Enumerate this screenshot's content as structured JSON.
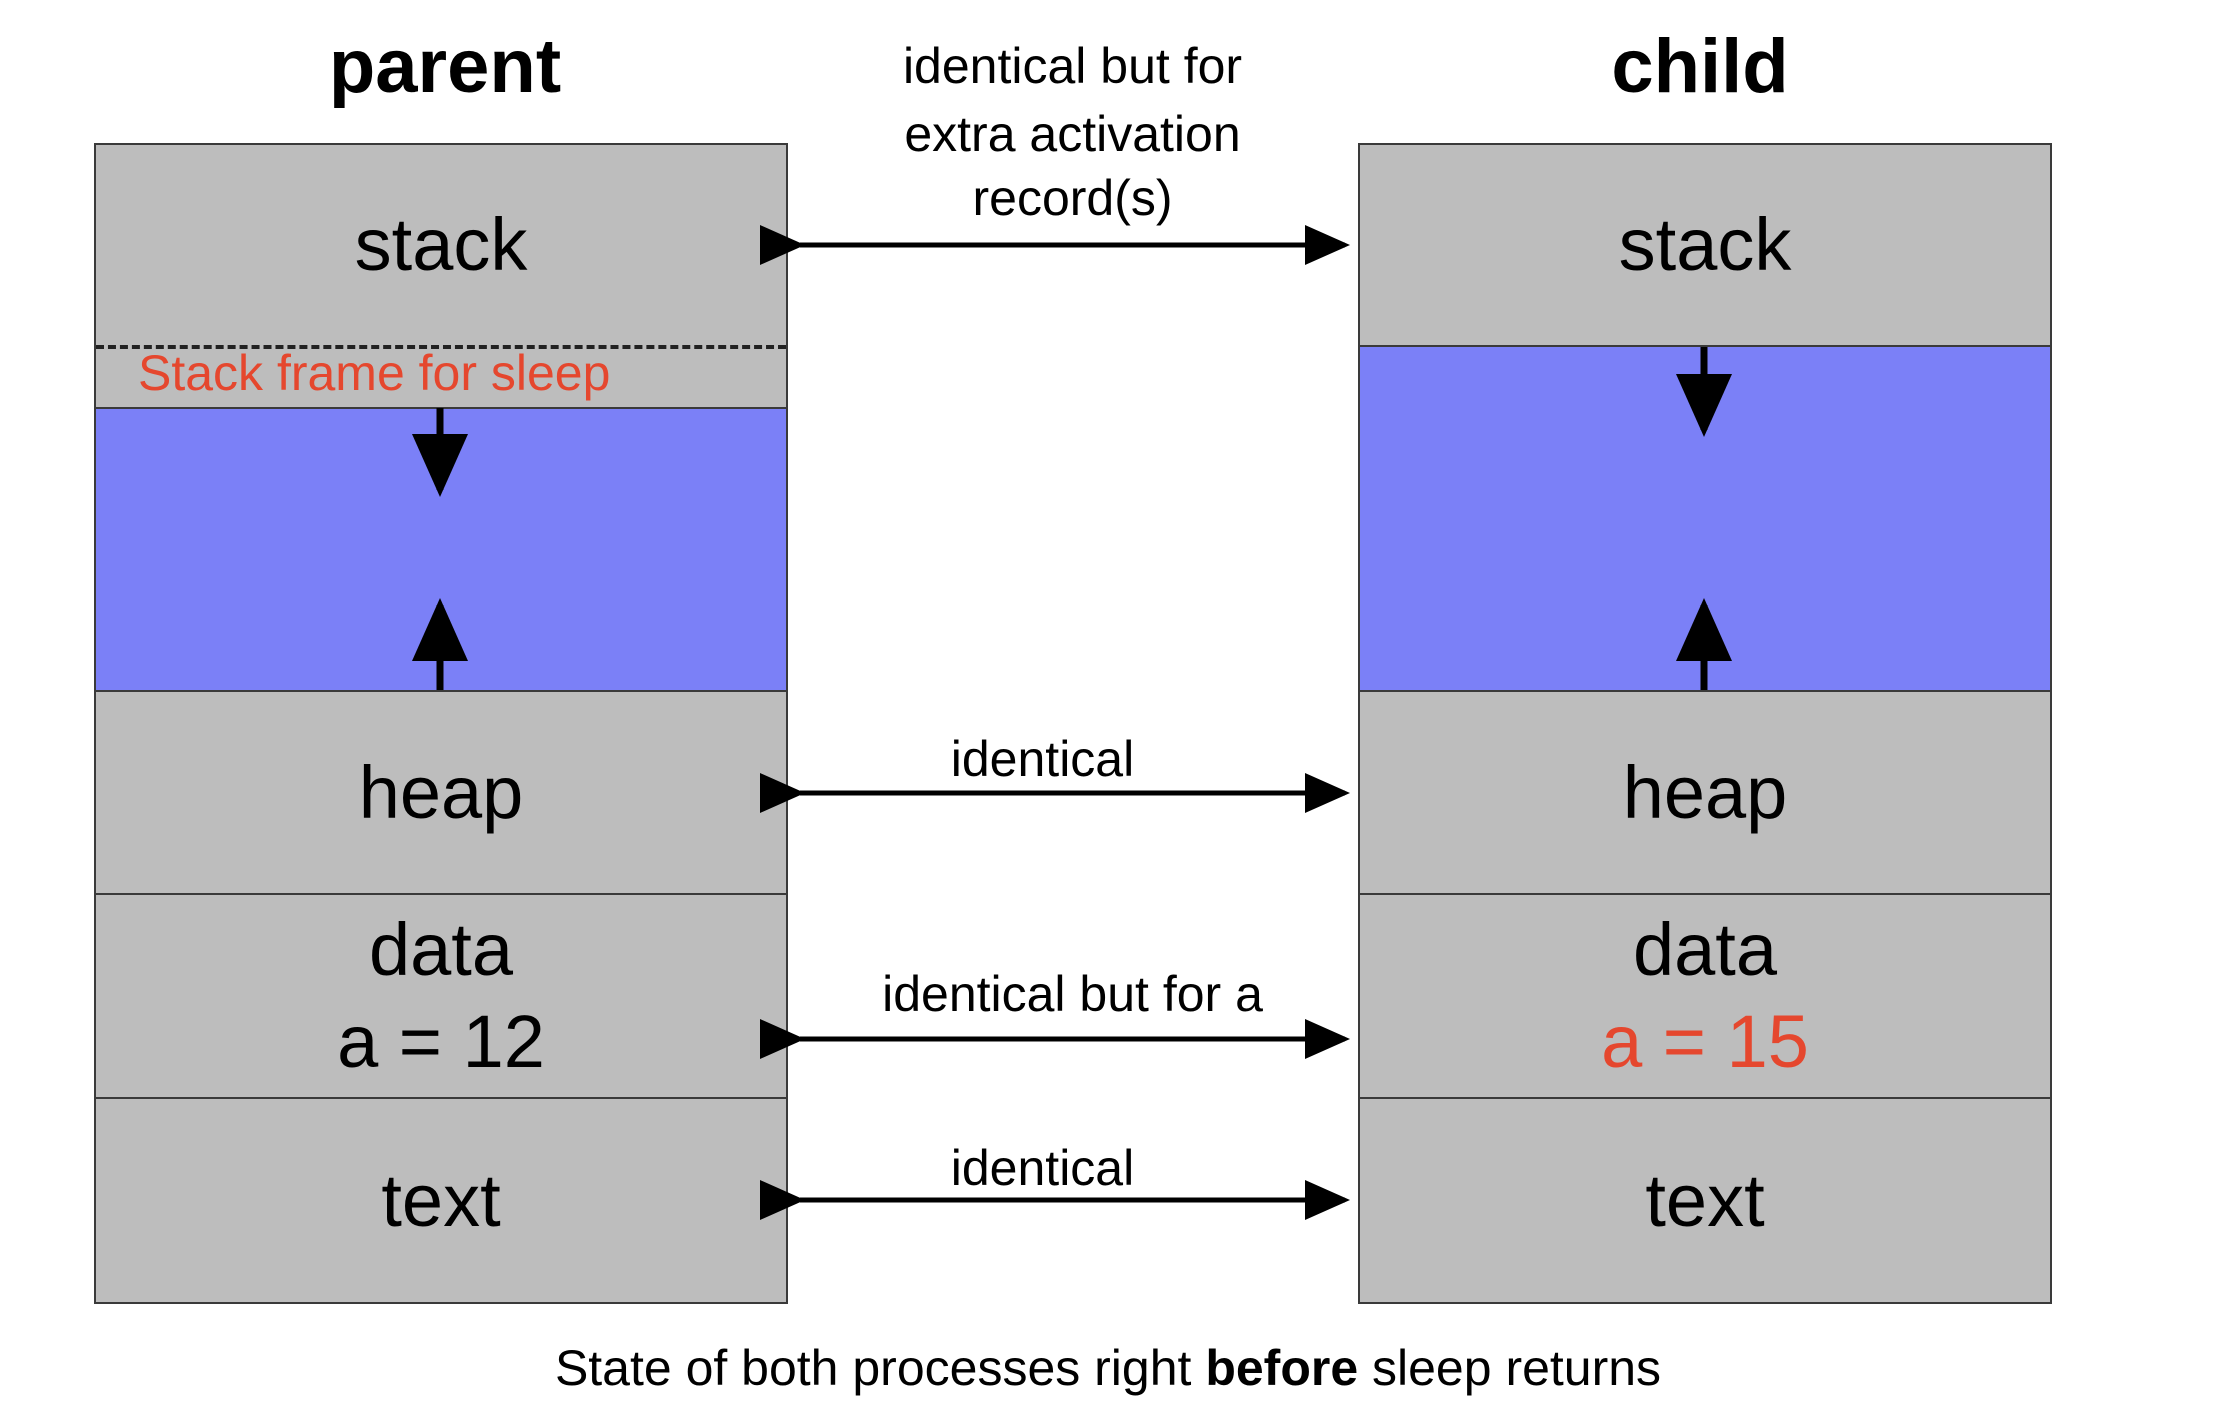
{
  "colors": {
    "segment_gray": "#bdbdbd",
    "free_space_blue": "#7b80f7",
    "highlight_red": "#e5472e",
    "border": "#3a3a3a"
  },
  "parent": {
    "title": "parent",
    "stack": "stack",
    "stack_frame_label": "Stack frame for sleep",
    "heap": "heap",
    "data": "data",
    "data_value": "a = 12",
    "text": "text"
  },
  "child": {
    "title": "child",
    "stack": "stack",
    "heap": "heap",
    "data": "data",
    "data_value": "a = 15",
    "text": "text"
  },
  "connectors": {
    "stack_line1": "identical but for",
    "stack_line2": "extra activation",
    "stack_line3": "record(s)",
    "heap": "identical",
    "data": "identical but for a",
    "text": "identical"
  },
  "caption": {
    "prefix": "State of both processes right ",
    "emphasis": "before",
    "suffix": " sleep returns"
  }
}
